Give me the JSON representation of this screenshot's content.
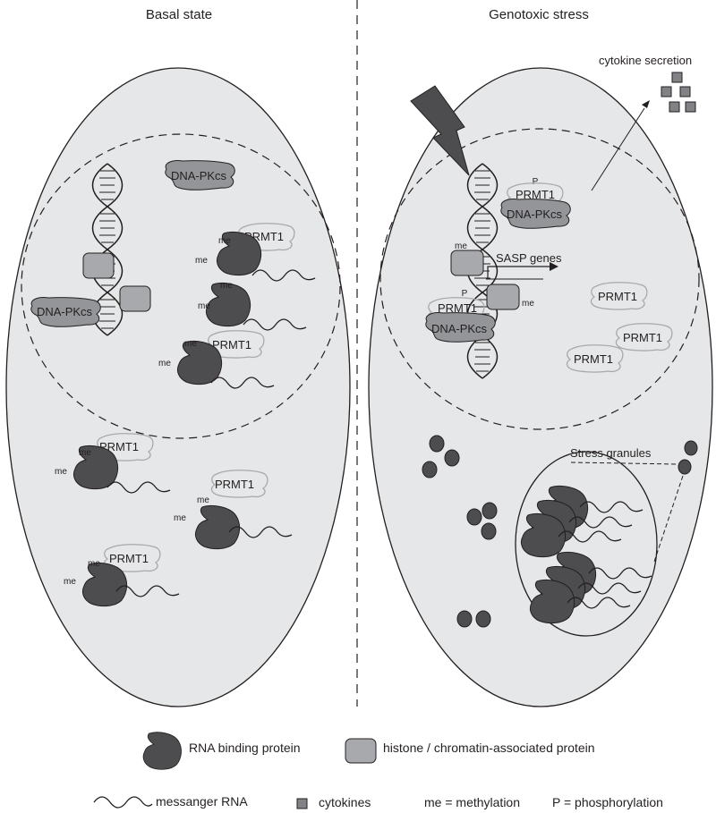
{
  "panels": {
    "left_title": "Basal state",
    "right_title": "Genotoxic stress"
  },
  "labels": {
    "prmt1": "PRMT1",
    "dna_pkcs": "DNA-PKcs",
    "methyl_mark": "me",
    "phospho_mark": "P",
    "sasp_genes": "SASP genes",
    "cytokine_secretion": "cytokine secretion",
    "stress_granules": "Stress granules"
  },
  "legend": {
    "rbp": "RNA binding protein",
    "histone": "histone / chromatin-associated protein",
    "mrna": "messanger RNA",
    "cytokines": "cytokines",
    "methylation": "me = methylation",
    "phosphorylation": "P = phosphorylation"
  },
  "colors": {
    "cell_fill": "#e6e7e8",
    "rbp_fill": "#4d4d4f",
    "histone_fill": "#a7a9ac",
    "dnapk_fill": "#939598",
    "prmt1_outline": "#a7a9ac",
    "line": "#231f20"
  }
}
